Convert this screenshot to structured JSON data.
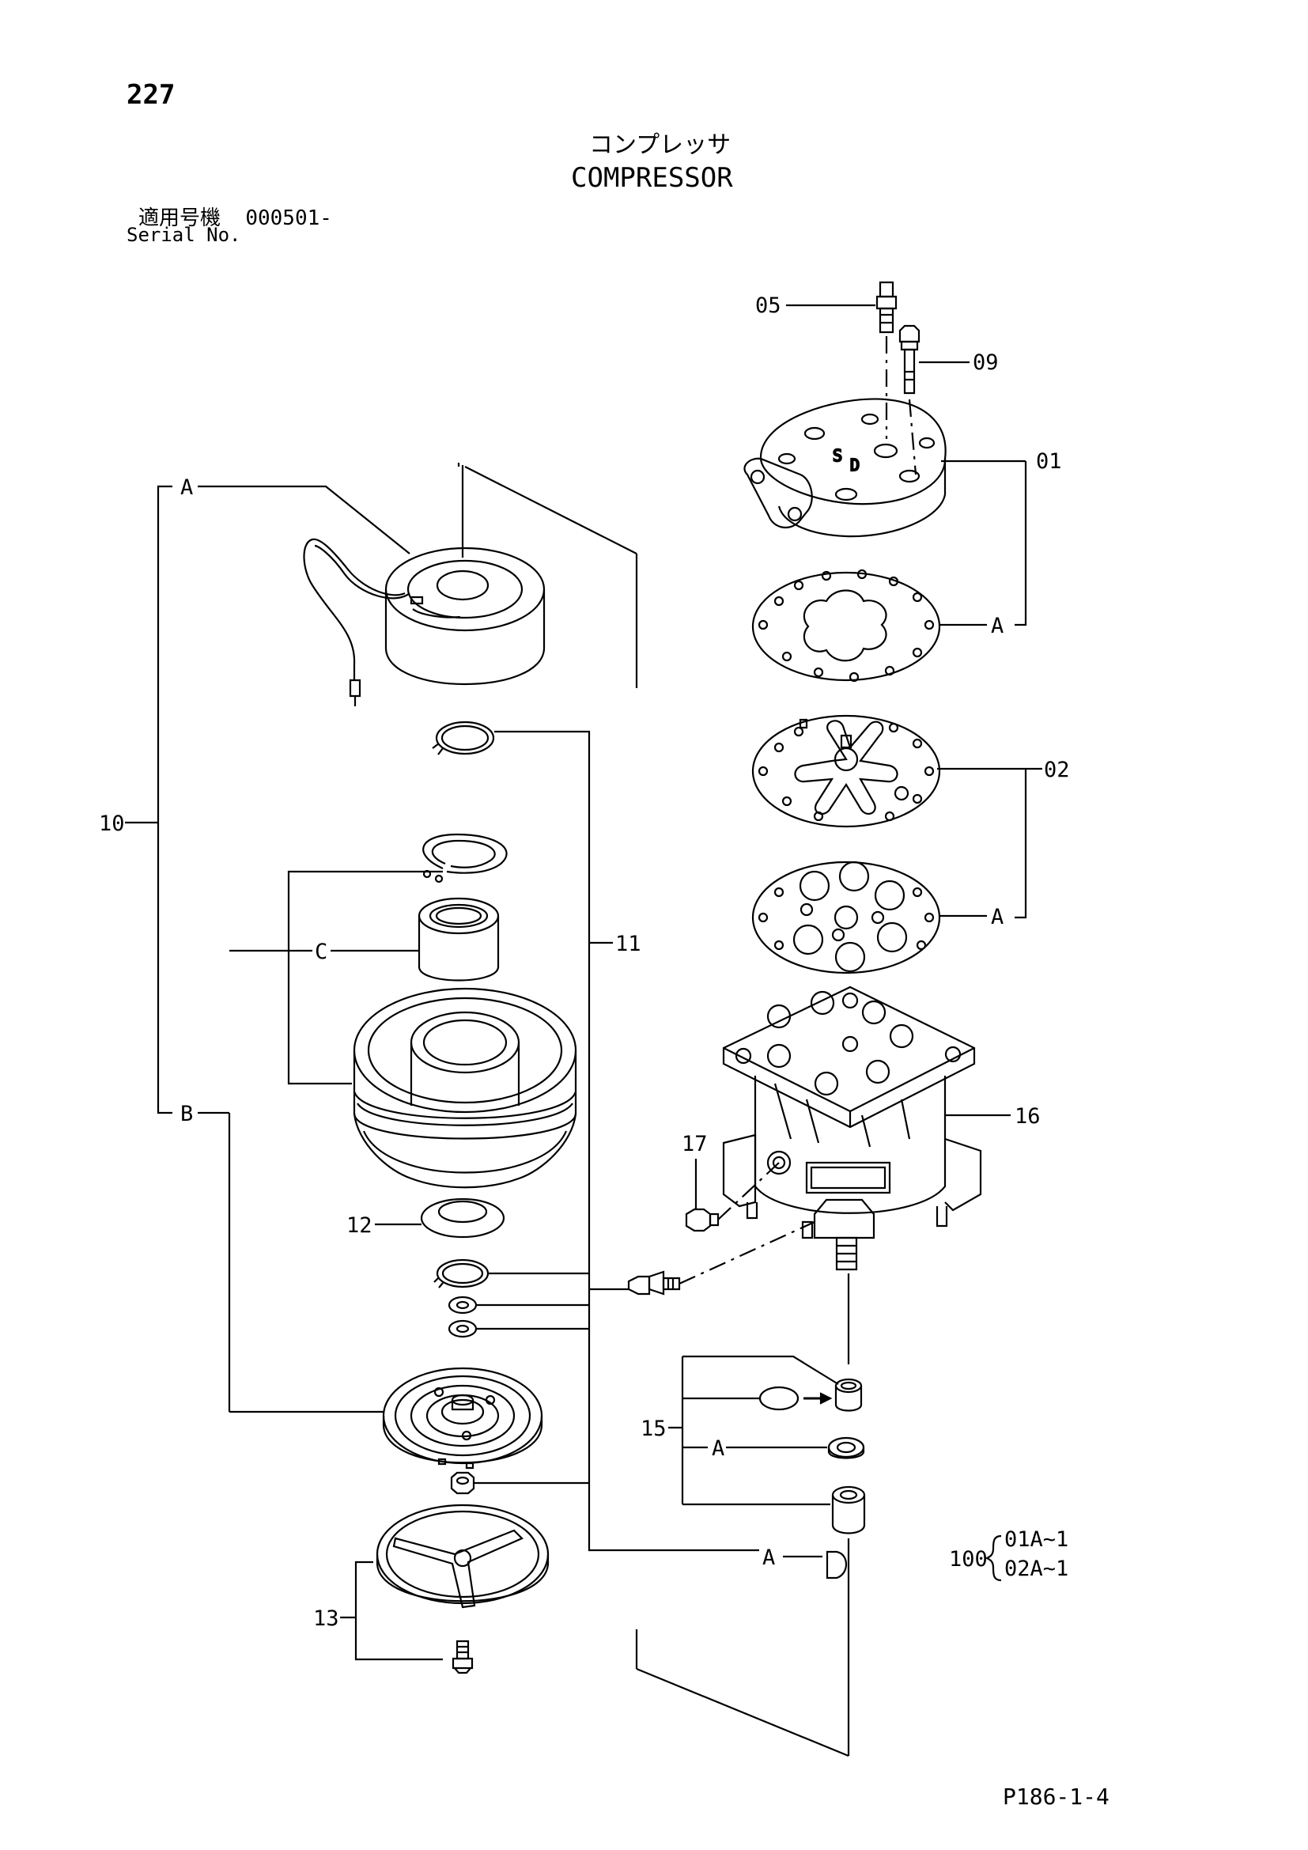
{
  "header": {
    "page_number": "227",
    "title_jp": "コンプレッサ",
    "title_en": "COMPRESSOR",
    "serial_label_jp": "適用号機",
    "serial_value": "000501-",
    "serial_label_en": "Serial No."
  },
  "callouts": {
    "c05": "05",
    "c09": "09",
    "c01": "01",
    "c02": "02",
    "c16": "16",
    "c17": "17",
    "c15": "15",
    "c10": "10",
    "c11": "11",
    "c12": "12",
    "c13": "13",
    "bA1": "A",
    "bA2": "A",
    "bA3": "A",
    "bA4": "A",
    "bA5": "A",
    "bB": "B",
    "bC": "C",
    "c100": "100",
    "c100_a": "01A~1",
    "c100_b": "02A~1"
  },
  "footer": {
    "code": "P186-1-4"
  }
}
